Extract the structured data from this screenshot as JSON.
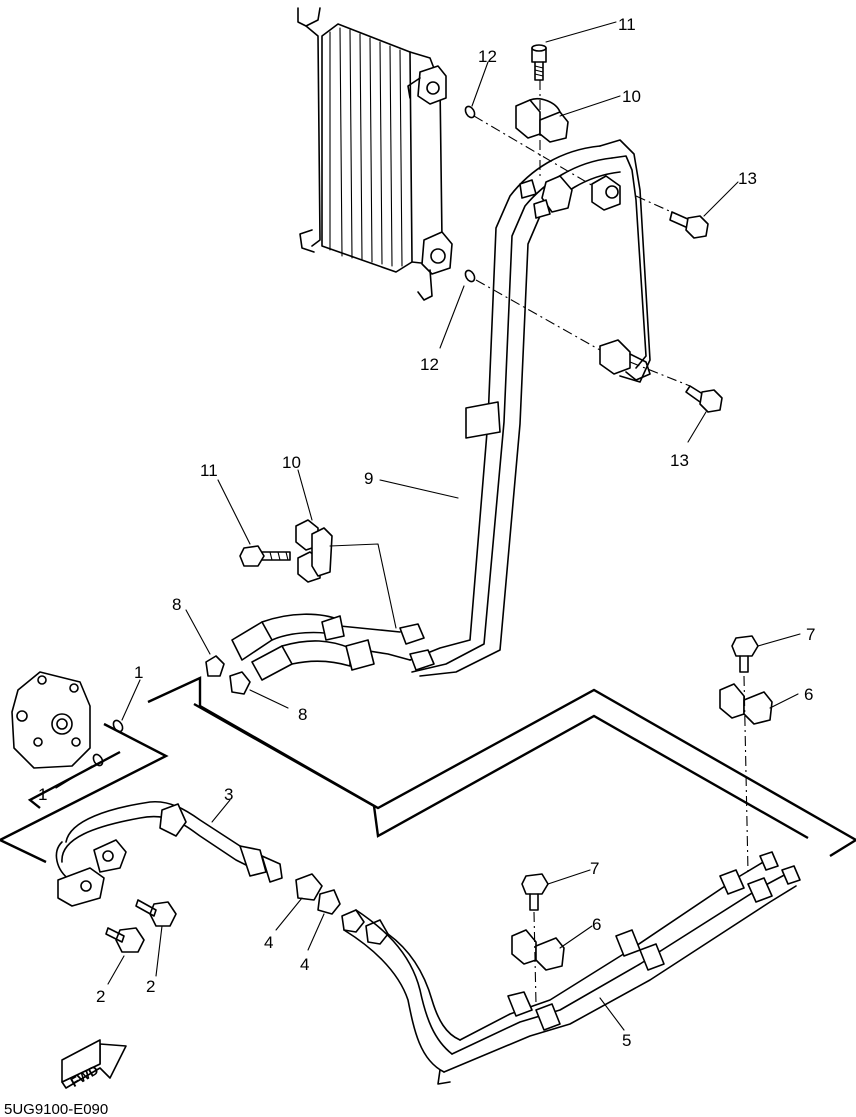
{
  "diagram": {
    "code": "5UG9100-E090",
    "fwd_label": "FWD",
    "callouts": {
      "c1a": "1",
      "c1b": "1",
      "c2a": "2",
      "c2b": "2",
      "c3": "3",
      "c4a": "4",
      "c4b": "4",
      "c5": "5",
      "c6a": "6",
      "c6b": "6",
      "c7a": "7",
      "c7b": "7",
      "c8a": "8",
      "c8b": "8",
      "c9": "9",
      "c10a": "10",
      "c10b": "10",
      "c11a": "11",
      "c11b": "11",
      "c12a": "12",
      "c12b": "12",
      "c13a": "13",
      "c13b": "13"
    }
  }
}
